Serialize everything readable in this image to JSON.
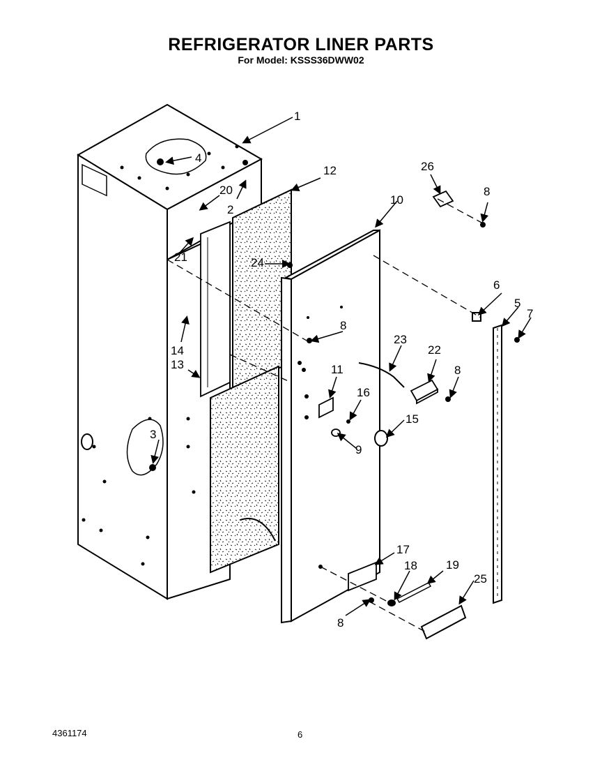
{
  "header": {
    "title": "REFRIGERATOR LINER PARTS",
    "subtitle": "For Model: KSSS36DWW02"
  },
  "footer": {
    "doc_number": "4361174",
    "page_number": "6"
  },
  "callouts": {
    "c1": "1",
    "c2": "2",
    "c3": "3",
    "c4": "4",
    "c5": "5",
    "c6": "6",
    "c7": "7",
    "c8a": "8",
    "c8b": "8",
    "c8c": "8",
    "c8d": "8",
    "c9": "9",
    "c10": "10",
    "c11": "11",
    "c12": "12",
    "c13": "13",
    "c14": "14",
    "c15": "15",
    "c16": "16",
    "c17": "17",
    "c18": "18",
    "c19": "19",
    "c20": "20",
    "c21": "21",
    "c22": "22",
    "c23": "23",
    "c24": "24",
    "c25": "25",
    "c26": "26"
  }
}
